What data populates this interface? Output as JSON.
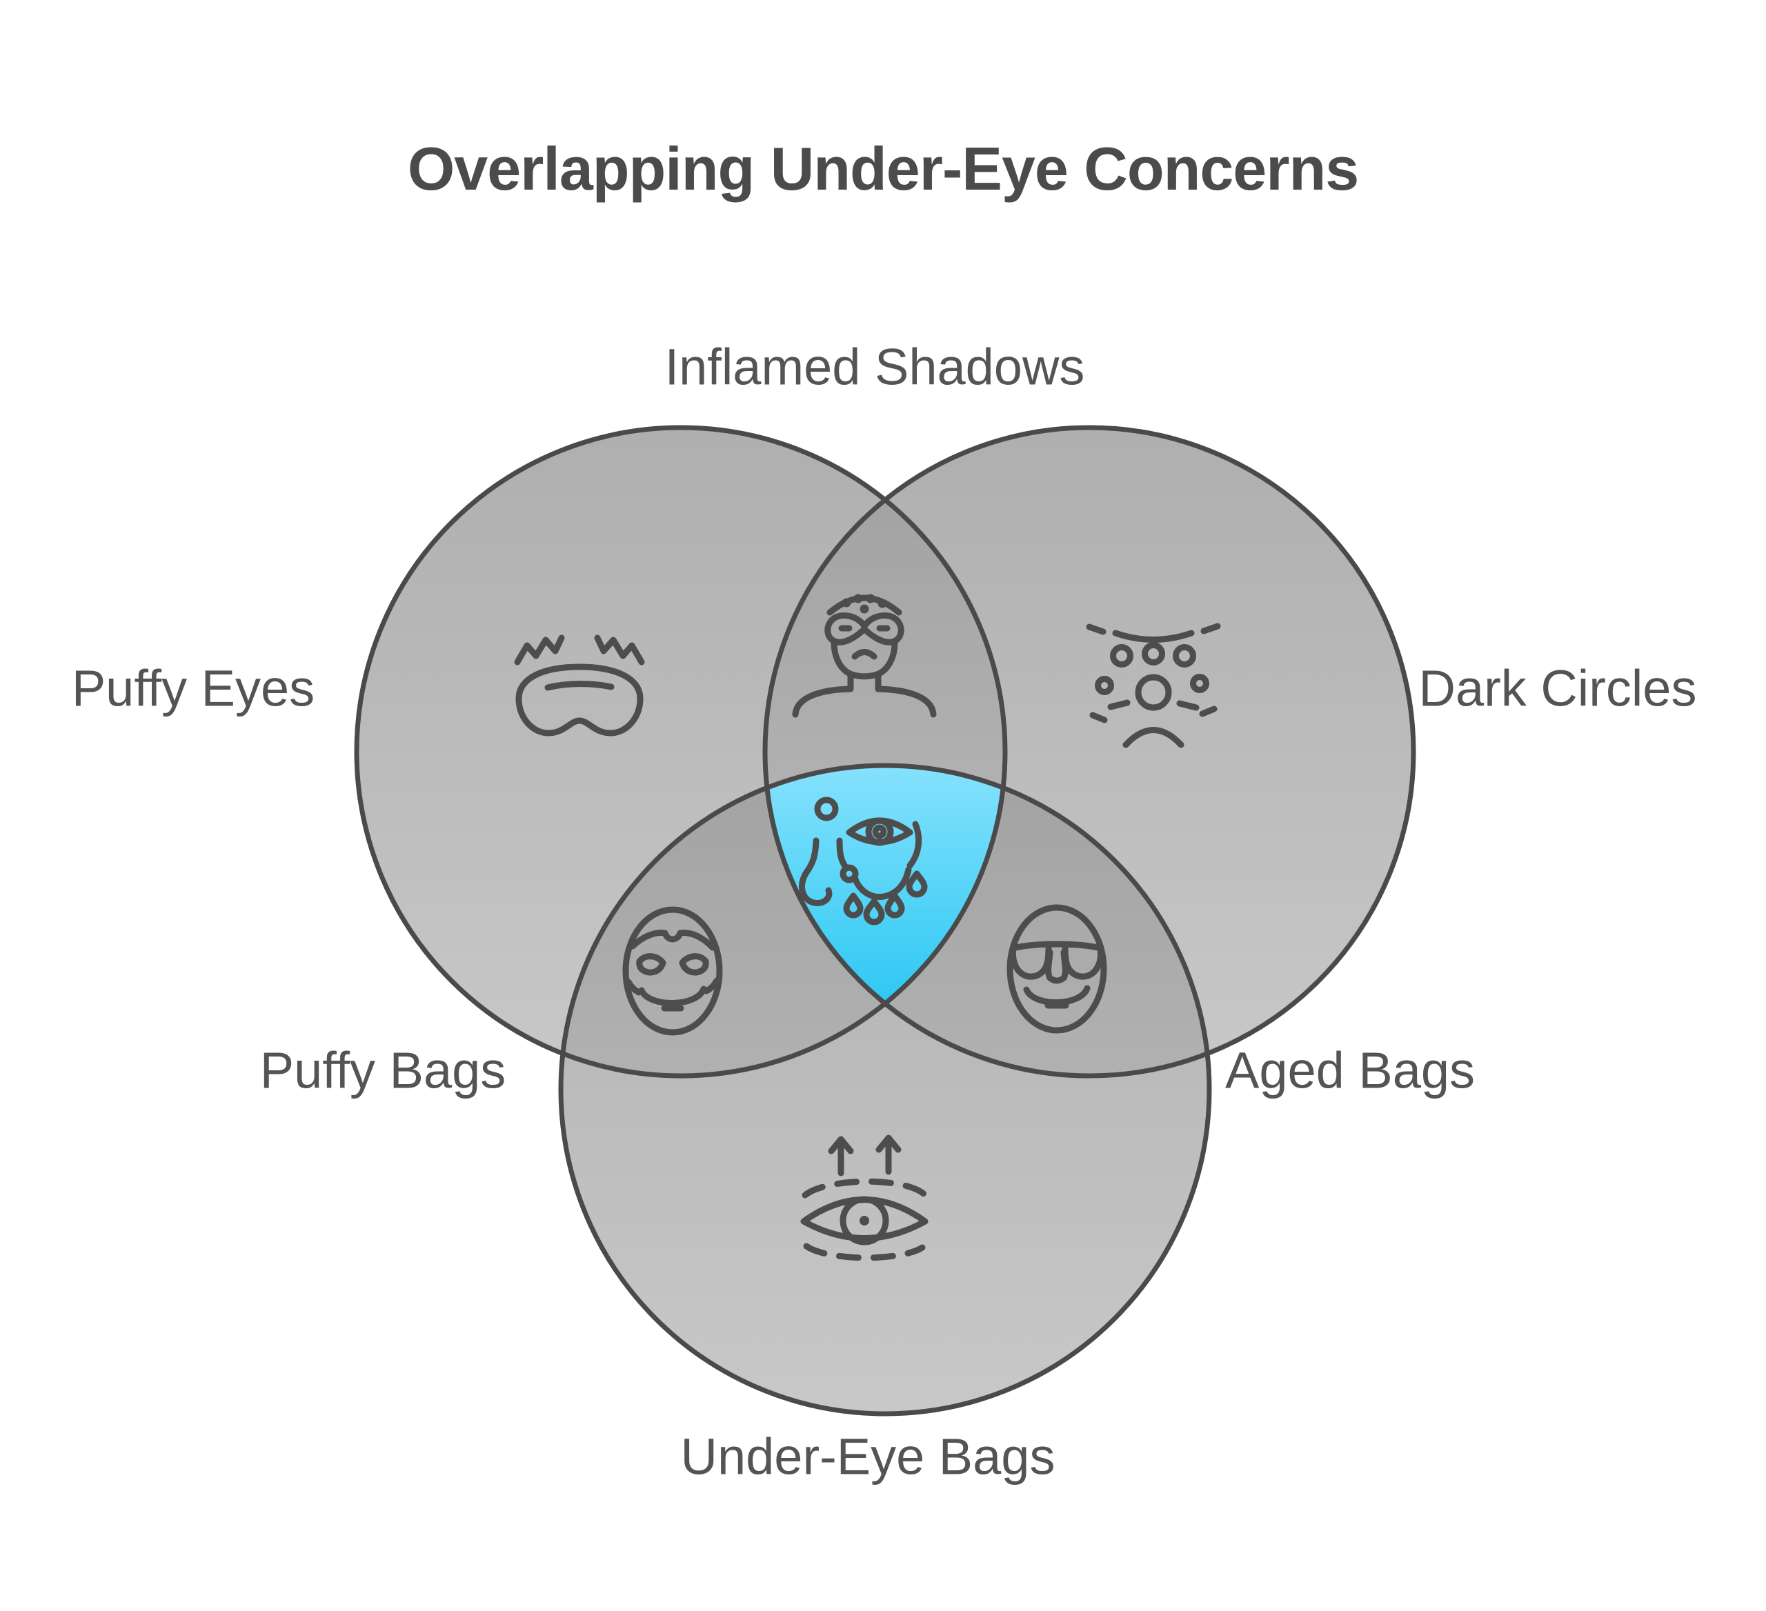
{
  "title": "Overlapping Under-Eye Concerns",
  "diagram": {
    "type": "venn-3-circle",
    "sets": [
      {
        "id": "puffy-eyes",
        "label": "Puffy Eyes",
        "icon": "sleep-mask-icon",
        "position": "left"
      },
      {
        "id": "dark-circles",
        "label": "Dark Circles",
        "icon": "pigmentation-dots-icon",
        "position": "right"
      },
      {
        "id": "under-eye-bags",
        "label": "Under-Eye Bags",
        "icon": "eye-lift-arrows-icon",
        "position": "bottom"
      }
    ],
    "intersections": [
      {
        "of": [
          "Puffy Eyes",
          "Dark Circles"
        ],
        "label": "Inflamed Shadows",
        "icon": "masked-face-icon",
        "highlighted": false
      },
      {
        "of": [
          "Puffy Eyes",
          "Under-Eye Bags"
        ],
        "label": "Puffy Bags",
        "icon": "puffy-face-icon",
        "highlighted": false
      },
      {
        "of": [
          "Dark Circles",
          "Under-Eye Bags"
        ],
        "label": "Aged Bags",
        "icon": "aged-face-icon",
        "highlighted": false
      },
      {
        "of": [
          "Puffy Eyes",
          "Dark Circles",
          "Under-Eye Bags"
        ],
        "label": "",
        "icon": "crying-eye-icon",
        "highlighted": true
      }
    ]
  },
  "colors": {
    "background": "#ffffff",
    "accent_top": "#85e2fd",
    "accent_bottom": "#2ec8f3",
    "circle_fill_top": "#9d9d9d",
    "circle_fill_bottom": "#bcbcbc",
    "circle_stroke": "#4a4a4a",
    "icon_stroke": "#4d4d4d",
    "title_text": "#4b4b4b",
    "label_text": "#545454"
  }
}
